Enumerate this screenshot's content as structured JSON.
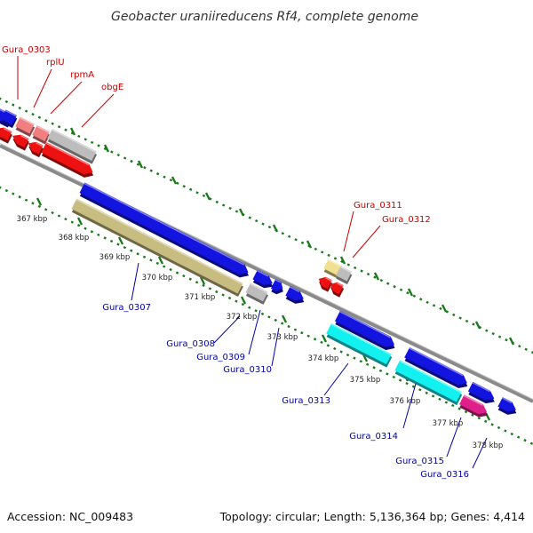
{
  "title": "Geobacter uraniireducens Rf4, complete genome",
  "footer": {
    "accession": "Accession: NC_009483",
    "summary": "Topology: circular; Length: 5,136,364 bp; Genes: 4,414"
  },
  "colors": {
    "label_red": "#cc0000",
    "label_blue": "#0000aa",
    "backbone": "#8a8a8a",
    "tick_green": "#1a7a1a",
    "blue_feature": "#1414e0",
    "red_feature": "#ee1111",
    "khaki_feature": "#c8bd80",
    "cyan_feature": "#12f0f0",
    "magenta_feature": "#e0208a",
    "grey_feature": "#bdbdbd",
    "pink_feature": "#f08080",
    "yellow_feature": "#f0e090"
  },
  "scale_labels": [
    "367 kbp",
    "368 kbp",
    "369 kbp",
    "370 kbp",
    "371 kbp",
    "372 kbp",
    "373 kbp",
    "374 kbp",
    "375 kbp",
    "376 kbp",
    "377 kbp",
    "378 kbp"
  ],
  "gene_labels": {
    "red": [
      "Gura_0303",
      "rplU",
      "rpmA",
      "obgE",
      "Gura_0311",
      "Gura_0312"
    ],
    "blue": [
      "Gura_0307",
      "Gura_0308",
      "Gura_0309",
      "Gura_0310",
      "Gura_0313",
      "Gura_0314",
      "Gura_0315",
      "Gura_0316"
    ]
  }
}
